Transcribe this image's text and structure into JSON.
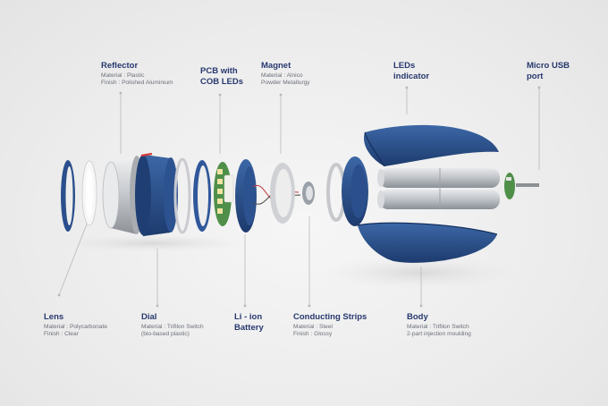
{
  "colors": {
    "accent_blue": "#2a4f8c",
    "title_navy": "#27386f",
    "pcb_green": "#4f8f4a",
    "leader": "#b8b8b8"
  },
  "labels": {
    "reflector": {
      "title": "Reflector",
      "lines": "Material : Plastic\nFinish : Polished Aluminium"
    },
    "pcb": {
      "title": "PCB with\nCOB LEDs",
      "lines": ""
    },
    "magnet": {
      "title": "Magnet",
      "lines": "Material : Alnico\nPowder Metallurgy"
    },
    "leds": {
      "title": "LEDs\nindicator",
      "lines": ""
    },
    "usb": {
      "title": "Micro USB\nport",
      "lines": ""
    },
    "lens": {
      "title": "Lens",
      "lines": "Material : Polycarbonate\nFinish : Clear"
    },
    "dial": {
      "title": "Dial",
      "lines": "Material : Trifilon Switch\n(bio-based plastic)"
    },
    "battery": {
      "title": "Li - ion\nBattery",
      "lines": ""
    },
    "strips": {
      "title": "Conducting Strips",
      "lines": "Material : Steel\nFinish : Glossy"
    },
    "body": {
      "title": "Body",
      "lines": "Material : Trifilon Switch\n2-part injection moulding"
    }
  }
}
